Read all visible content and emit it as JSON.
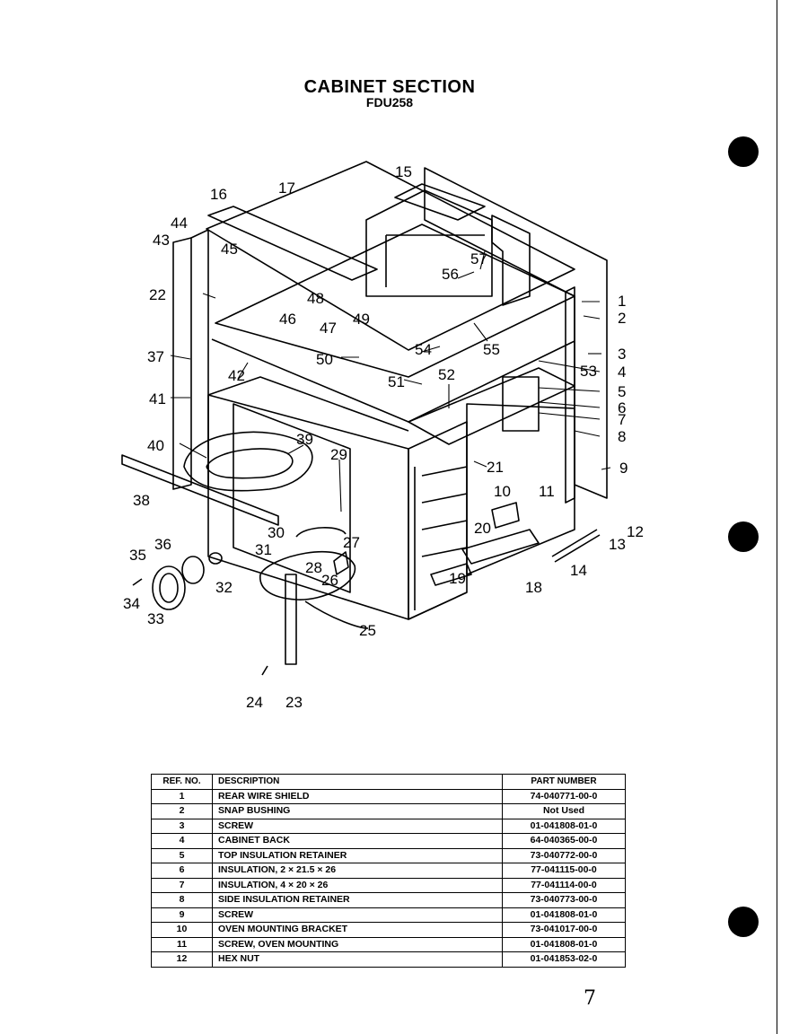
{
  "header": {
    "title": "CABINET SECTION",
    "model": "FDU258"
  },
  "diagram": {
    "callouts": [
      "1",
      "2",
      "3",
      "4",
      "5",
      "6",
      "7",
      "8",
      "9",
      "10",
      "11",
      "12",
      "13",
      "14",
      "15",
      "16",
      "17",
      "18",
      "19",
      "20",
      "21",
      "22",
      "23",
      "24",
      "25",
      "26",
      "27",
      "28",
      "29",
      "30",
      "31",
      "32",
      "33",
      "34",
      "35",
      "36",
      "37",
      "38",
      "39",
      "40",
      "41",
      "42",
      "43",
      "44",
      "45",
      "46",
      "47",
      "48",
      "49",
      "50",
      "51",
      "52",
      "53",
      "54",
      "55",
      "56",
      "57"
    ]
  },
  "parts_table": {
    "headers": {
      "ref": "REF. NO.",
      "description": "DESCRIPTION",
      "part_number": "PART NUMBER"
    },
    "rows": [
      {
        "ref": "1",
        "description": "REAR WIRE SHIELD",
        "part_number": "74-040771-00-0"
      },
      {
        "ref": "2",
        "description": "SNAP BUSHING",
        "part_number": "Not Used"
      },
      {
        "ref": "3",
        "description": "SCREW",
        "part_number": "01-041808-01-0"
      },
      {
        "ref": "4",
        "description": "CABINET BACK",
        "part_number": "64-040365-00-0"
      },
      {
        "ref": "5",
        "description": "TOP INSULATION RETAINER",
        "part_number": "73-040772-00-0"
      },
      {
        "ref": "6",
        "description": "INSULATION, 2 × 21.5 × 26",
        "part_number": "77-041115-00-0"
      },
      {
        "ref": "7",
        "description": "INSULATION, 4 × 20 × 26",
        "part_number": "77-041114-00-0"
      },
      {
        "ref": "8",
        "description": "SIDE INSULATION RETAINER",
        "part_number": "73-040773-00-0"
      },
      {
        "ref": "9",
        "description": "SCREW",
        "part_number": "01-041808-01-0"
      },
      {
        "ref": "10",
        "description": "OVEN MOUNTING BRACKET",
        "part_number": "73-041017-00-0"
      },
      {
        "ref": "11",
        "description": "SCREW, OVEN MOUNTING",
        "part_number": "01-041808-01-0"
      },
      {
        "ref": "12",
        "description": "HEX NUT",
        "part_number": "01-041853-02-0"
      }
    ]
  },
  "footer": {
    "mark": "7"
  }
}
